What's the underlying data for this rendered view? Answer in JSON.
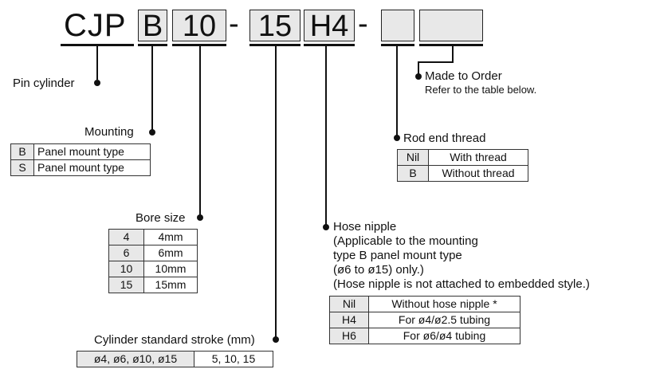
{
  "model_code": {
    "prefix": "CJP",
    "mounting": "B",
    "bore": "10",
    "dash1": "-",
    "stroke": "15",
    "nipple": "H4",
    "dash2": "-",
    "rod_end": "",
    "made_to_order": ""
  },
  "pin_cylinder": {
    "label": "Pin cylinder"
  },
  "mounting": {
    "label": "Mounting",
    "rows": [
      {
        "code": "B",
        "desc": "Panel mount type"
      },
      {
        "code": "S",
        "desc": "Panel mount type"
      }
    ]
  },
  "bore_size": {
    "label": "Bore size",
    "rows": [
      {
        "code": "4",
        "desc": "4mm"
      },
      {
        "code": "6",
        "desc": "6mm"
      },
      {
        "code": "10",
        "desc": "10mm"
      },
      {
        "code": "15",
        "desc": "15mm"
      }
    ]
  },
  "stroke": {
    "label": "Cylinder standard stroke (mm)",
    "row": {
      "bores": "ø4, ø6, ø10, ø15",
      "strokes": "5, 10, 15"
    }
  },
  "hose_nipple": {
    "label": "Hose nipple",
    "notes": [
      "(Applicable to the mounting",
      "type B panel mount type",
      "(ø6 to ø15) only.)",
      "(Hose nipple is not attached to embedded style.)"
    ],
    "rows": [
      {
        "code": "Nil",
        "desc": "Without hose nipple *"
      },
      {
        "code": "H4",
        "desc": "For ø4/ø2.5 tubing"
      },
      {
        "code": "H6",
        "desc": "For ø6/ø4 tubing"
      }
    ]
  },
  "rod_end_thread": {
    "label": "Rod end thread",
    "rows": [
      {
        "code": "Nil",
        "desc": "With thread"
      },
      {
        "code": "B",
        "desc": "Without thread"
      }
    ]
  },
  "made_to_order": {
    "label": "Made to Order",
    "sub": "Refer to the table below."
  }
}
